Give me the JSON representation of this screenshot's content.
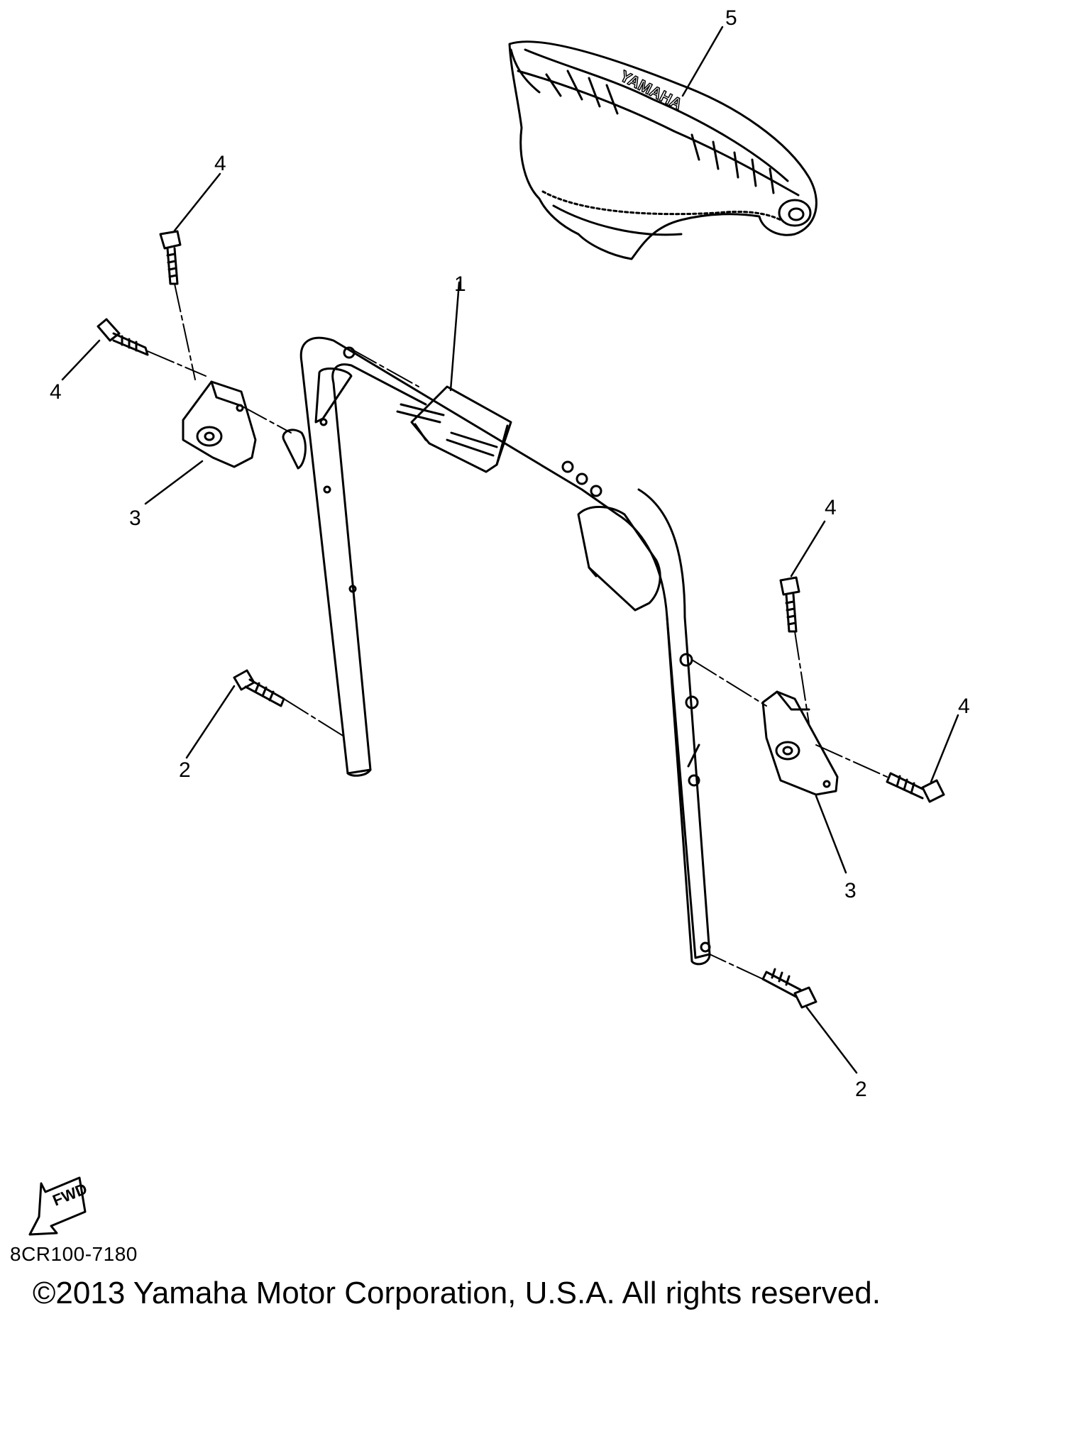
{
  "callouts": {
    "c1": "1",
    "c2a": "2",
    "c2b": "2",
    "c3a": "3",
    "c3b": "3",
    "c4a": "4",
    "c4b": "4",
    "c4c": "4",
    "c4d": "4",
    "c5": "5"
  },
  "seat_brand": "YAMAHA",
  "fwd_label": "FWD",
  "diagram_code": "8CR100-7180",
  "copyright": "©2013 Yamaha Motor Corporation, U.S.A. All rights reserved."
}
